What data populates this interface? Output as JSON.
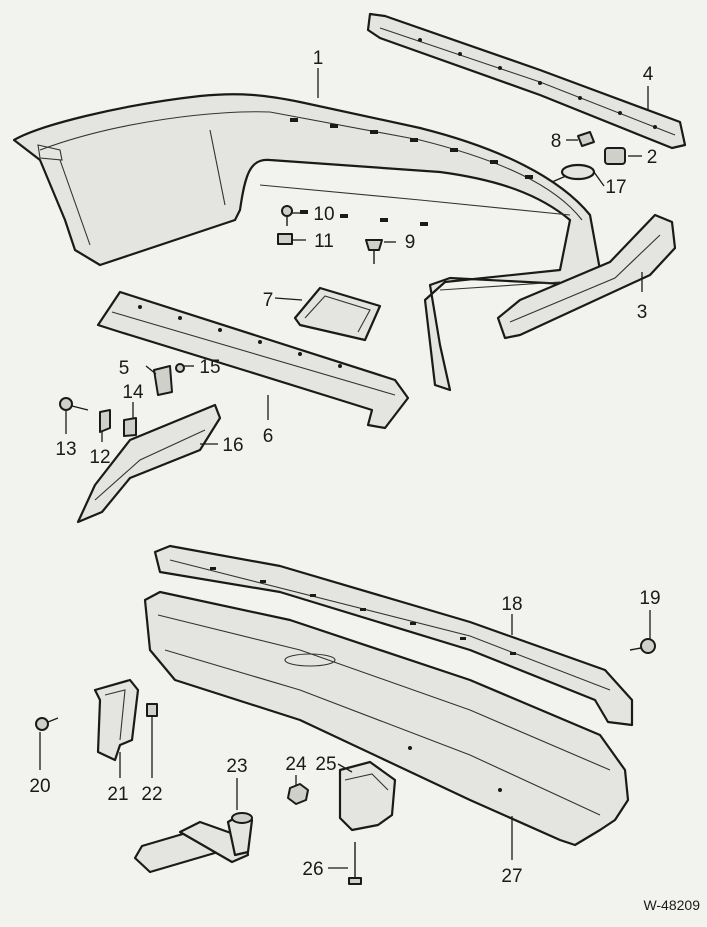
{
  "diagram": {
    "reference_code": "W-48209",
    "callouts": [
      {
        "id": "c1",
        "text": "1"
      },
      {
        "id": "c2",
        "text": "2"
      },
      {
        "id": "c3",
        "text": "3"
      },
      {
        "id": "c4",
        "text": "4"
      },
      {
        "id": "c5",
        "text": "5"
      },
      {
        "id": "c6",
        "text": "6"
      },
      {
        "id": "c7",
        "text": "7"
      },
      {
        "id": "c8",
        "text": "8"
      },
      {
        "id": "c9",
        "text": "9"
      },
      {
        "id": "c10",
        "text": "10"
      },
      {
        "id": "c11",
        "text": "11"
      },
      {
        "id": "c12",
        "text": "12"
      },
      {
        "id": "c13",
        "text": "13"
      },
      {
        "id": "c14",
        "text": "14"
      },
      {
        "id": "c15",
        "text": "15"
      },
      {
        "id": "c16",
        "text": "16"
      },
      {
        "id": "c17",
        "text": "17"
      },
      {
        "id": "c18",
        "text": "18"
      },
      {
        "id": "c19",
        "text": "19"
      },
      {
        "id": "c20",
        "text": "20"
      },
      {
        "id": "c21",
        "text": "21"
      },
      {
        "id": "c22",
        "text": "22"
      },
      {
        "id": "c23",
        "text": "23"
      },
      {
        "id": "c24",
        "text": "24"
      },
      {
        "id": "c25",
        "text": "25"
      },
      {
        "id": "c26",
        "text": "26"
      },
      {
        "id": "c27",
        "text": "27"
      }
    ]
  }
}
